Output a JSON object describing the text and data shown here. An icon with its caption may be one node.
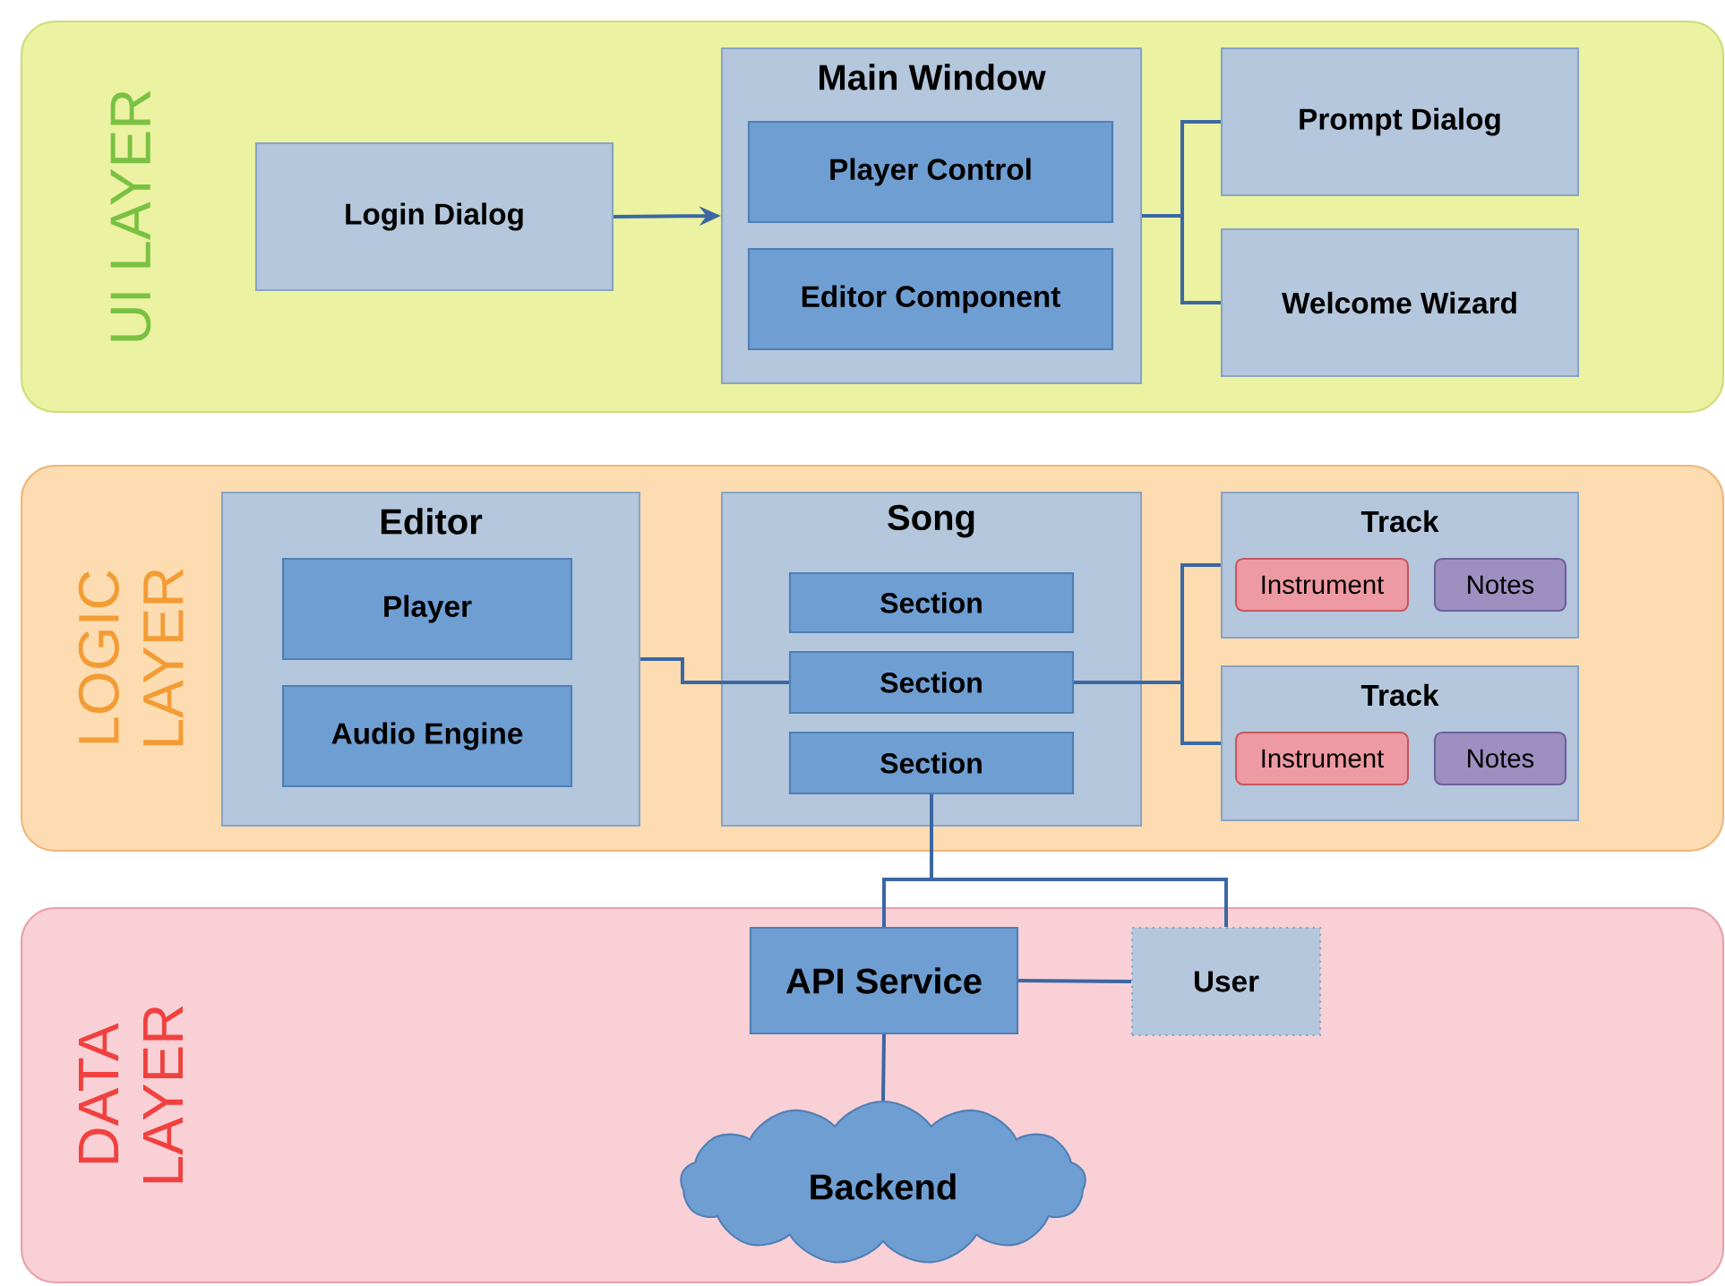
{
  "diagram": {
    "nodes": [
      {
        "text": [
          "UI LAYER"
        ]
      },
      {
        "text": [
          "Login Dialog"
        ],
        "in": 0
      },
      {
        "text": [
          "Main Window"
        ],
        "in": 0
      },
      {
        "text": [
          "Player Control"
        ],
        "in": 2
      },
      {
        "text": [
          "Editor Component"
        ],
        "in": 2
      },
      {
        "text": [
          "Prompt Dialog"
        ],
        "in": 0
      },
      {
        "text": [
          "Welcome Wizard"
        ],
        "in": 0
      },
      {
        "text": [
          "LOGIC LAYER"
        ]
      },
      {
        "text": [
          "Editor"
        ],
        "in": 7
      },
      {
        "text": [
          "Player"
        ],
        "in": 8
      },
      {
        "text": [
          "Audio Engine"
        ],
        "in": 8
      },
      {
        "text": [
          "Song"
        ],
        "in": 7
      },
      {
        "text": [
          "Section"
        ],
        "in": 11
      },
      {
        "text": [
          "Section"
        ],
        "in": 11
      },
      {
        "text": [
          "Section"
        ],
        "in": 11
      },
      {
        "text": [
          "Track"
        ],
        "in": 7
      },
      {
        "text": [
          "Instrument"
        ],
        "in": 15
      },
      {
        "text": [
          "Notes"
        ],
        "in": 15
      },
      {
        "text": [
          "Track"
        ],
        "in": 7
      },
      {
        "text": [
          "Instrument"
        ],
        "in": 18
      },
      {
        "text": [
          "Notes"
        ],
        "in": 18
      },
      {
        "text": [
          "DATA LAYER"
        ]
      },
      {
        "text": [
          "API Service"
        ],
        "in": 21
      },
      {
        "text": [
          "User"
        ],
        "in": 21
      },
      {
        "text": [
          "Backend"
        ],
        "in": 21
      }
    ],
    "edges": [
      {
        "from": 1,
        "to": 2,
        "arrow": "to"
      },
      {
        "from": 2,
        "to": 5,
        "arrow": "none"
      },
      {
        "from": 2,
        "to": 6,
        "arrow": "none"
      },
      {
        "from": 8,
        "to": 13,
        "arrow": "none"
      },
      {
        "from": 13,
        "to": 15,
        "arrow": "none"
      },
      {
        "from": 13,
        "to": 18,
        "arrow": "none"
      },
      {
        "from": 14,
        "to": 22,
        "arrow": "none"
      },
      {
        "from": 14,
        "to": 23,
        "arrow": "none"
      },
      {
        "from": 22,
        "to": 23,
        "arrow": "none"
      },
      {
        "from": 22,
        "to": 24,
        "arrow": "none"
      }
    ]
  }
}
